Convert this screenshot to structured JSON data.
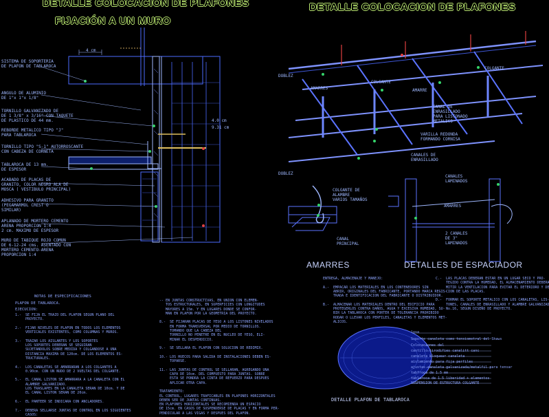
{
  "left_detail": {
    "title": "DETALLE COLOCACION DE PLAFONES",
    "subtitle": "FIJACIÓN A UN MURO",
    "dimensions": {
      "top": "4 cm",
      "side_a": "4.0 cm",
      "side_b": "9.31 cm"
    },
    "callouts": [
      "SISTEMA DE SOPORTERIA\nDE PLAFON DE TABLAROCA",
      "ANGULO DE ALUMINIO\nDE 1\"x 1\"x 1/8\"",
      "TORNILLO GALVANIZADO DE\nDE 1 3/8\" x 3/16\" CON TAQUETE\nDE PLASTICO DE 44 mm.",
      "REBORDE METALICO TIPO \"J\"\nPARA TABLAROCA",
      "TORNILLO TIPO \"S-1\" AUTORROSCANTE\nCON CABEZA DE CORNETA",
      "TABLAROCA DE 13 mm.\nDE ESPESOR",
      "ACABADO DE PLACAS DE\nGRANITO, COLOR NEGRO ALA DE\nMOSCA ( VESTIBULO PRINCIPAL)",
      "ADHESIVO PARA GRANITO\n(PEGAMARMOL CREST O\nSIMILAR)",
      "APLANADO DE MORTERO CEMENTO\nARENA PROPORCION 1:4\n2 cm. MAXIMO DE ESPESOR",
      "MURO DE TABIQUE ROJO COMUN\nDE 6-12-24 cms. ASENTADO CON\nMORTERO CEMENTO-ARENA\nPROPORCION 1:4"
    ]
  },
  "right_detail": {
    "title": "DETALLE COLOCACION DE PLAFONES",
    "callouts": {
      "doblez_top": "DOBLEZ",
      "colgante_1": "COLGANTE",
      "colgante_2": "COLGANTE",
      "amarre": "AMARRE",
      "amarres": "AMARRES",
      "canal_listonado": "CANAL DE\nENRASILLADO\nPARA LISTONADO\nMETALICO",
      "varilla": "VARILLA REDONDA\nFORMANDO CORNISA",
      "canales_enrasillado": "CANALES DE\nENRASILLADO",
      "doblez_bottom": "DOBLEZ",
      "colgante_alambre": "COLGANTE DE\nALAMBRE\nVARIOS TAMAÑOS",
      "canal_principal": "CANAL\nPRINCIPAL",
      "canales_laminados": "CANALES\nLAMINADOS",
      "amarres_2": "AMARRES",
      "dos_canales": "2 CANALES\nDE 3\"\nLAMINADOS"
    },
    "sub_titles": {
      "amarres": "AMARRES",
      "espaciador": "DETALLES DE ESPACIADOR"
    }
  },
  "notes": {
    "heading": "NOTAS DE ESPECIFICACIONES",
    "subheading": "PLAFON DE TABLAROCA.",
    "label": "EJECUCION:",
    "col1": "1.-  SE FIJA EL TRAZO DEL PLAFON SEGUN PLANO DEL\n     PROYECTO.\n\n2.-  FIJAR NIVELES DE PLAFON EN TODOS LOS ELEMENTOS\n     VERTICALES EXISTENTES, COMO COLUMNAS Y MUROS.\n\n3.-  TRAZAR LOS AISLANTES Y LOS SOPORTES\n     LOS SOPORTES DEBERAN SE SEGUIRAN\n     SUJETANDOLOS SOBRE MEDIDA Y COLGANDOSE A UNA\n     DISTANCIA MAXIMA DE 120cm. DE LOS ELEMENTOS ES-\n     TRUCTURALES.\n\n4.-  LOS CANALETAS SE AMARRARAN A LOS COLGANTES A\n     0.90cm. CON UN NUDO DE 2 VUELTAS DEL COLGANTE.\n\n5.-  EL CANAL LISTON SE AMARRARA A LA CANALETA CON EL\n     ALAMBRE GALVANIZADO.\n     LOS TRASLAPES EN LA CANALETA SERAN DE 10cm. Y DE\n     EL CANAL LISTON SERAN DE 20cm.\n\n6.-  EL PANTEER SE INDICARA CON ANCLADORES.\n\n7.-  DEBERA SELLARSE JUNTAS DE CONTROL EN LOS SIGUIENTES\n     CASOS:",
    "col2": "-- EN JUNTAS CONSTRUCTIVAS, EN UNION CON ELEMEN-\n   TOS ESTRUCTURALES, EN SUPERFICIES CON LONGITUDES\n   MAYORES A 15m. Y EN LUGARES DONDE SE CONFOR-\n   MAN EN PLAFON POR LA GEOMETRIA DEL PROYECTO.\n\n8.-  SE FIJARAN PLACAS DE YESO A LOS LISTONES NIVELADOS\n     EN FORMA TRANSVERSAL POR MEDIO DE TORNILLOS.\n     TOMANDO QUE LA CABEZA DEL\n     TORNILLO NO PENETRE EN EL NUCLEO DE YESO, ELI-\n     MINAR EL DESPERDICIO.\n\n9.-  SE SELLARA EL PLAFON CON SOLUCION DE REDIMIX.\n\n10.- LOS HUECOS PARA SALIDA DE INSTALACIONES DEBEN ES-\n     TOPARSE.\n\n11.- LAS JUNTAS DE CONTROL SE SELLARAN, AGREGANDO UNA\n     CAPA DE 10cm. DEL COMPUESTO PARA JUNTAS. SOBRE\n     ESTA SE PONDRA LA CINTA DE REFUERZO PARA DESPUES\n     APLICAR OTRA CAPA.\n\nTRATAMIENTO:\nEL CONTROL, LUGARES TRAFICABLES EN PLAFONES HORIZONTALES\nDEBEN SER DE JUNTAS CONTINUAS.\nEN PLAFONES HORIZONTALES SE RECOMIENDA UN ESPACIO\nDE 15cm. EN CASOS DE SUSPENDERSE DE PLACAS Y EN FORMA PER-\nPENDICULAR A LAS VIGAS Y DESPUES DEL PLAFON.",
    "col3": "ENTREGA, ALMACENAJE Y MANEJO:\n\nA.-  EMPACAR LOS MATERIALES EN LOS CONTENEDORES SIN\n     ABRIR, ORIGINALES DEL FABRICANTE, PORTANDO MARCA REGIS-\n     TRADA E IDENTIFICACION DEL FABRICANTE O DISTRIBUIDOR.\n\nB.-  ALMACENAR LOS MATERIALES DENTRO DEL EDIFICIO PARA\n     PROTEGERLOS CONTRA DAÑOS, AGUA Y EXCESIVA HUMEDAD, SU-\n     BIR LA TABLAROCA CON PORTER DE TOLERANCIA PROHIBIDO\n     RODAR O LLEVAR LOS PERFILES, CANALETAS Y ELEMENTOS MET-\n     ALICOS.",
    "col4": "C.-  LAS PLACAS DEBERAN ESTAR EN UN LUGAR SECO Y PRO-\n     TEGIDO CONTRA LA HUMEDAD, EL ALMACENAMIENTO DEBERA PER-\n     MITIR LA VENTILACION PARA EVITAR EL DETERIORO Y DEFORMA-\n     CION DE LAS PLACAS.\n\nD.-  FORMAR EL SOPORTE METALICO CON LOS CANALETAS, LIS-\n     TONES, CANALES DE ENRASILLADO Y ALAMBRE GALVANIZADO DEL\n     No.16, SEGUN DISEÑO DE PROYECTO."
  },
  "bottom_detail": {
    "title": "DETALLE PLAFON DE TABLAROCA",
    "layers": [
      "losa",
      "Soporte canaleta como tensiometral del Shaws",
      "Colocaciones del",
      "castillo tirodifies canalitt canc",
      "canaleta bloquear canaleta",
      "aislamiento para fija perfiles",
      "ajustas canaleta galvanizada/metalfil para tensar",
      "tabfroce de 1.5 mm",
      "tablaroca de 1.5 liberidad + elementos",
      "SUSPENSION DE ESTRUCTURA COLGANTE"
    ]
  },
  "colors": {
    "background": "#000000",
    "title_outline": "#b7e36f",
    "line": "#4d6bff",
    "label": "#9fb8ff",
    "accent_green": "#35d46a",
    "accent_red": "#e04040"
  }
}
